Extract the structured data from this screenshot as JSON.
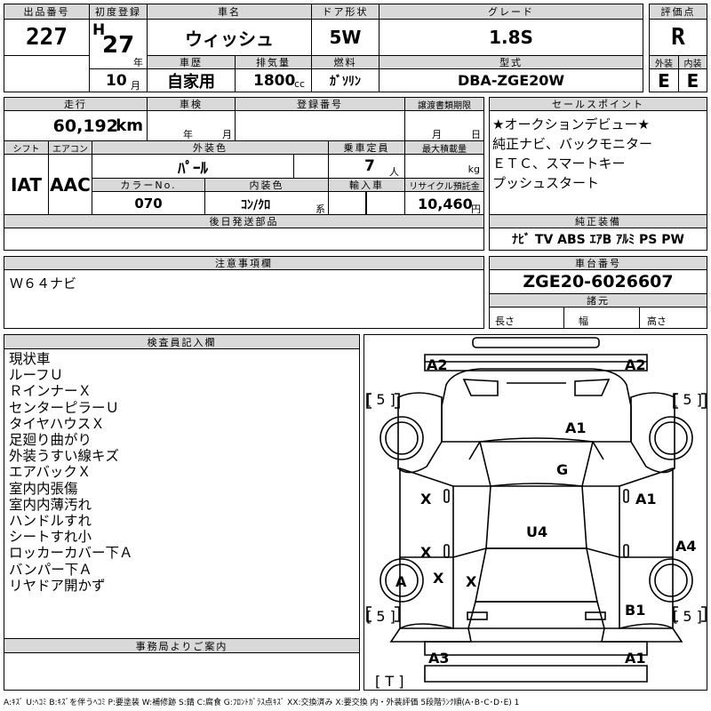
{
  "lot": {
    "label": "出品番号",
    "value": "227"
  },
  "first_reg": {
    "label": "初度登録",
    "era": "H",
    "year": "27",
    "year_unit": "年",
    "month": "10",
    "month_unit": "月"
  },
  "car_name": {
    "label": "車名",
    "value": "ウィッシュ"
  },
  "doors": {
    "label": "ドア形状",
    "value": "5W"
  },
  "grade": {
    "label": "グレード",
    "value": "1.8S"
  },
  "score": {
    "label": "評価点",
    "value": "R"
  },
  "history": {
    "label": "車歴",
    "value": "自家用"
  },
  "displacement": {
    "label": "排気量",
    "value": "1800",
    "unit": "cc"
  },
  "fuel": {
    "label": "燃料",
    "value": "ｶﾞｿﾘﾝ"
  },
  "model": {
    "label": "型式",
    "value": "DBA-ZGE20W"
  },
  "exterior": {
    "label": "外装",
    "value": "E"
  },
  "interior": {
    "label": "内装",
    "value": "E"
  },
  "mileage": {
    "label": "走行",
    "value": "60,192",
    "unit": "km"
  },
  "inspection": {
    "label": "車検",
    "year_unit": "年",
    "month_unit": "月"
  },
  "reg_number": {
    "label": "登録番号"
  },
  "transfer_deadline": {
    "label": "譲渡書類期限",
    "month_unit": "月",
    "day_unit": "日"
  },
  "shift": {
    "label": "シフト",
    "value": "IAT"
  },
  "aircon": {
    "label": "エアコン",
    "value": "AAC"
  },
  "ext_color": {
    "label": "外装色",
    "value": "ﾊﾟｰﾙ"
  },
  "capacity": {
    "label": "乗車定員",
    "value": "7",
    "unit": "人"
  },
  "max_load": {
    "label": "最大積載量",
    "unit": "kg"
  },
  "color_no": {
    "label": "カラーNo.",
    "value": "070"
  },
  "int_color": {
    "label": "内装色",
    "value": "ｺﾝ/ｸﾛ",
    "unit": "系"
  },
  "import": {
    "label": "輸入車"
  },
  "recycle": {
    "label": "リサイクル預託金",
    "value": "10,460",
    "unit": "円"
  },
  "later_parts": {
    "label": "後日発送部品"
  },
  "sales_points": {
    "label": "セールスポイント",
    "lines": [
      "★オークションデビュー★",
      "純正ナビ、バックモニター",
      "ＥＴＣ、スマートキー",
      "プッシュスタート"
    ]
  },
  "genuine": {
    "label": "純正装備",
    "value": "ﾅﾋﾞ TV ABS ｴｱB ｱﾙﾐ PS PW"
  },
  "notes": {
    "label": "注意事項欄",
    "value": "Ｗ６４ナビ"
  },
  "chassis": {
    "label": "車台番号",
    "value": "ZGE20-6026607"
  },
  "specs": {
    "label": "諸元",
    "length": "長さ",
    "width": "幅",
    "height": "高さ"
  },
  "inspector": {
    "label": "検査員記入欄",
    "lines": [
      "現状車",
      "ルーフＵ",
      "ＲインナーＸ",
      "センターピラーＵ",
      "タイヤハウスＸ",
      "足廻り曲がり",
      "外装うすい線キズ",
      "エアバックＸ",
      "室内内張傷",
      "室内内薄汚れ",
      "ハンドルすれ",
      "シートすれ小",
      "ロッカーカバー下Ａ",
      "バンパー下Ａ",
      "リヤドア開かず"
    ]
  },
  "office": {
    "label": "事務局よりご案内"
  },
  "diagram": {
    "marks": {
      "front_left": "A2",
      "front_right": "A2",
      "tire_fl": "[ 5 ]",
      "tire_fr": "[ 5 ]",
      "tire_rl": "[ 5 ]",
      "tire_rr": "[ 5 ]",
      "hood": "A1",
      "windshield": "G",
      "roof": "U4",
      "left_front_door": "X",
      "left_rear_door": "X",
      "right_front_door": "A1",
      "right_quarter": "A4",
      "left_rear_wheel": "A",
      "left_sill1": "X",
      "left_sill2": "X",
      "right_rear_corner": "B1",
      "rear_left": "A3",
      "rear_right": "A1",
      "trunk": "[ T ]"
    }
  },
  "legend": "A:ｷｽﾞ U:ﾍｺﾐ B:ｷｽﾞを伴うﾍｺﾐ P:要塗装 W:補修跡 S:錆 C:腐食 G:ﾌﾛﾝﾄｶﾞﾗｽ点ｷｽﾞ XX:交換済み X:要交換 内・外装評価 5段階ﾗﾝｸ順(A･B･C･D･E) 1"
}
